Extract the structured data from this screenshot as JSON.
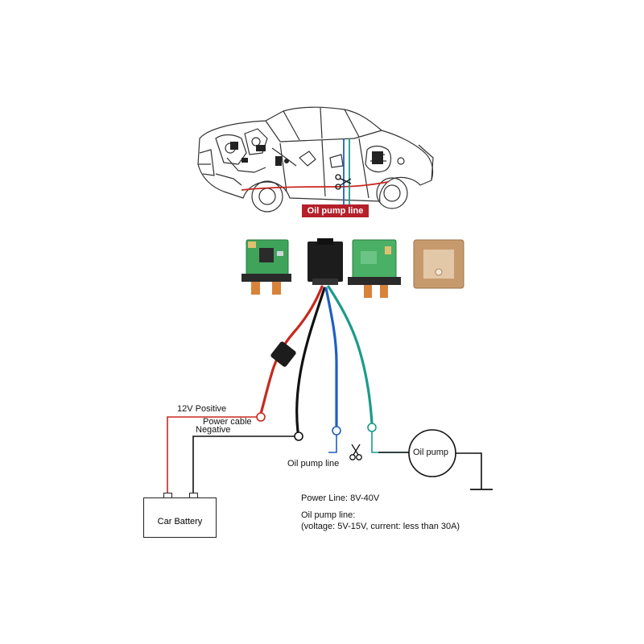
{
  "labels": {
    "oil_pump_line_tag": "Oil pump line",
    "positive": "12V Positive",
    "power_cable": "Power cable",
    "negative": "Negative",
    "oil_pump_line": "Oil pump line",
    "oil_pump": "Oil pump",
    "car_battery": "Car Battery",
    "plus": "+",
    "minus": "-"
  },
  "specs": {
    "power_line": "Power Line: 8V-40V",
    "oil_line_title": "Oil pump line:",
    "oil_line_detail": "(voltage: 5V-15V, current: less than 30A)"
  },
  "colors": {
    "red_wire": "#c8281e",
    "black_wire": "#111111",
    "blue_wire": "#1f5fc0",
    "green_wire": "#1a9a8a",
    "pcb_green": "#3fa35a",
    "pcb_orange": "#d8833a",
    "gps_tan": "#c79a6e"
  }
}
